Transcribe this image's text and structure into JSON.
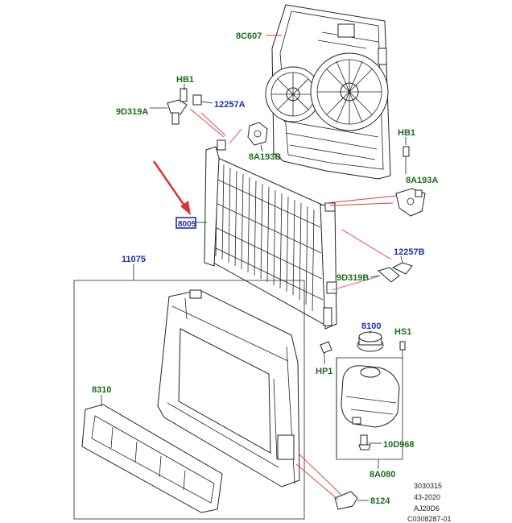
{
  "labels": {
    "fan": "8C607",
    "hb1_left": "HB1",
    "bolt_left": "12257A",
    "clip_left": "9D319A",
    "mount_left": "8A193B",
    "highlight": "8005",
    "shroud": "11075",
    "deflector": "8310",
    "hb1_right": "HB1",
    "mount_right": "8A193A",
    "bolt_right": "12257B",
    "clip_right": "9D319B",
    "cap": "8100",
    "hs1": "HS1",
    "hp1": "HP1",
    "sensor": "10D968",
    "tank": "8A080",
    "bracket": "8124"
  },
  "stamp": [
    "3030315",
    "43-2020",
    "AJ20D6",
    "C0308287-01"
  ],
  "colors": {
    "part_label": "#1e6b1e",
    "fastener_label": "#1f2fa8",
    "highlight_box": "#1f2fa8",
    "arrow": "#e03030",
    "leader": "#e23b3b"
  }
}
